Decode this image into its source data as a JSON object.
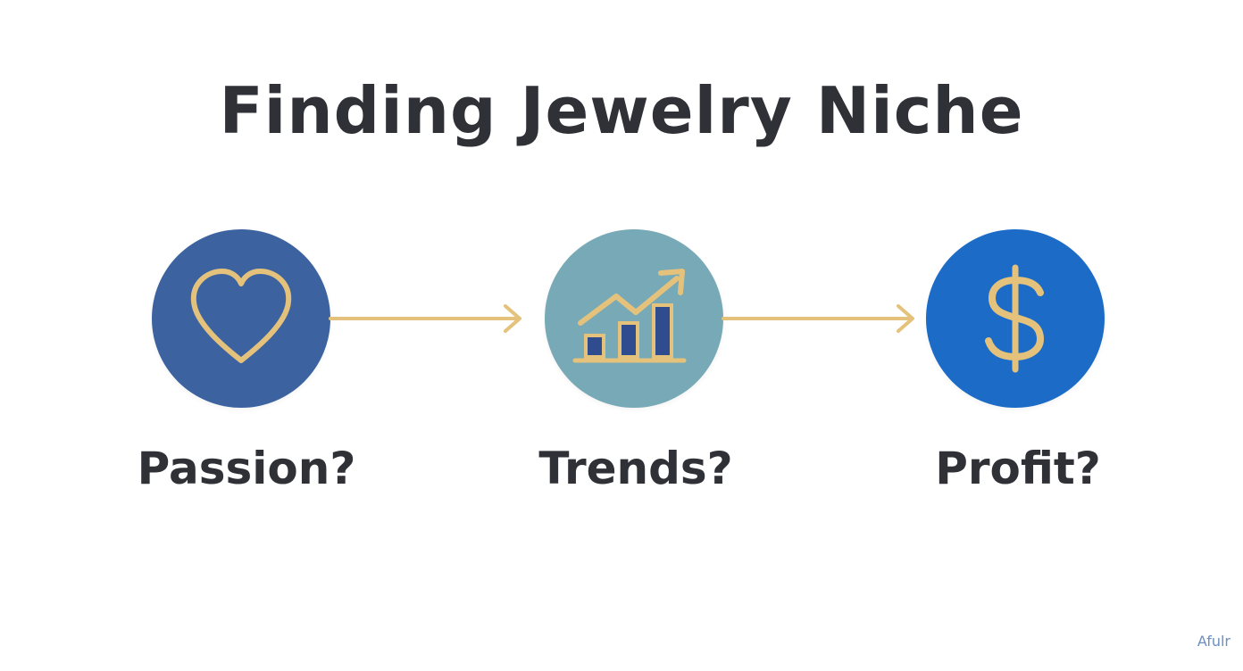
{
  "title": "Finding Jewelry Niche",
  "steps": [
    {
      "label": "Passion?",
      "icon": "heart-icon",
      "circle_color": "#3c63a0"
    },
    {
      "label": "Trends?",
      "icon": "trending-up-chart-icon",
      "circle_color": "#78a9b6"
    },
    {
      "label": "Profit?",
      "icon": "dollar-sign-icon",
      "circle_color": "#1c6cc7"
    }
  ],
  "colors": {
    "accent": "#e4c27c",
    "text": "#2f3137",
    "background": "#ffffff"
  },
  "watermark": "Afulr"
}
